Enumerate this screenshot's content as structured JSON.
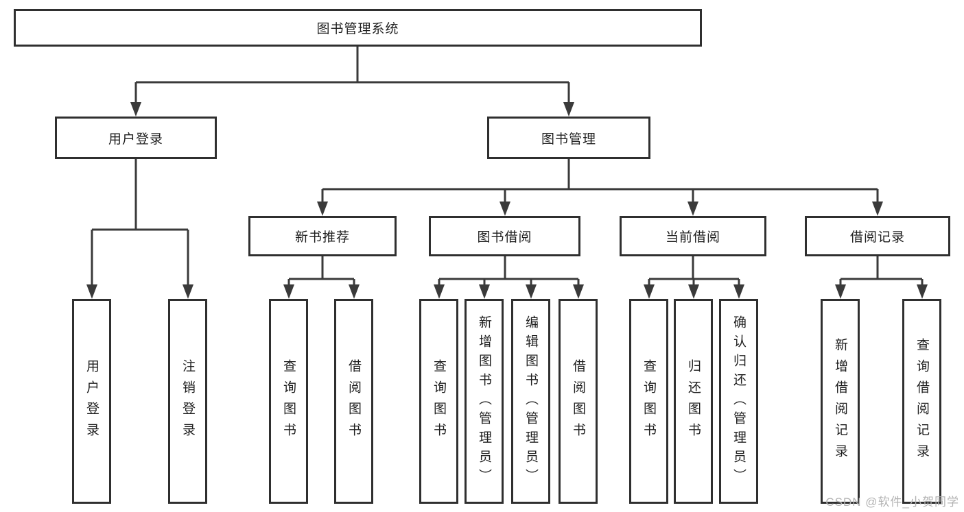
{
  "diagram": {
    "root": {
      "label": "图书管理系统",
      "children": [
        {
          "label": "用户登录",
          "children": [
            {
              "label": "用户登录"
            },
            {
              "label": "注销登录"
            }
          ]
        },
        {
          "label": "图书管理",
          "children": [
            {
              "label": "新书推荐",
              "children": [
                {
                  "label": "查询图书"
                },
                {
                  "label": "借阅图书"
                }
              ]
            },
            {
              "label": "图书借阅",
              "children": [
                {
                  "label": "查询图书"
                },
                {
                  "label": "新增图书（管理员）"
                },
                {
                  "label": "编辑图书（管理员）"
                },
                {
                  "label": "借阅图书"
                }
              ]
            },
            {
              "label": "当前借阅",
              "children": [
                {
                  "label": "查询图书"
                },
                {
                  "label": "归还图书"
                },
                {
                  "label": "确认归还（管理员）"
                }
              ]
            },
            {
              "label": "借阅记录",
              "children": [
                {
                  "label": "新增借阅记录"
                },
                {
                  "label": "查询借阅记录"
                }
              ]
            }
          ]
        }
      ]
    }
  },
  "watermark": {
    "text": "CSDN @软件_小贺同学"
  },
  "colors": {
    "line": "#3a3a3a",
    "border": "#2f2f2f",
    "text": "#1f1f1f",
    "watermark": "#b3b3b3",
    "background": "#ffffff"
  }
}
